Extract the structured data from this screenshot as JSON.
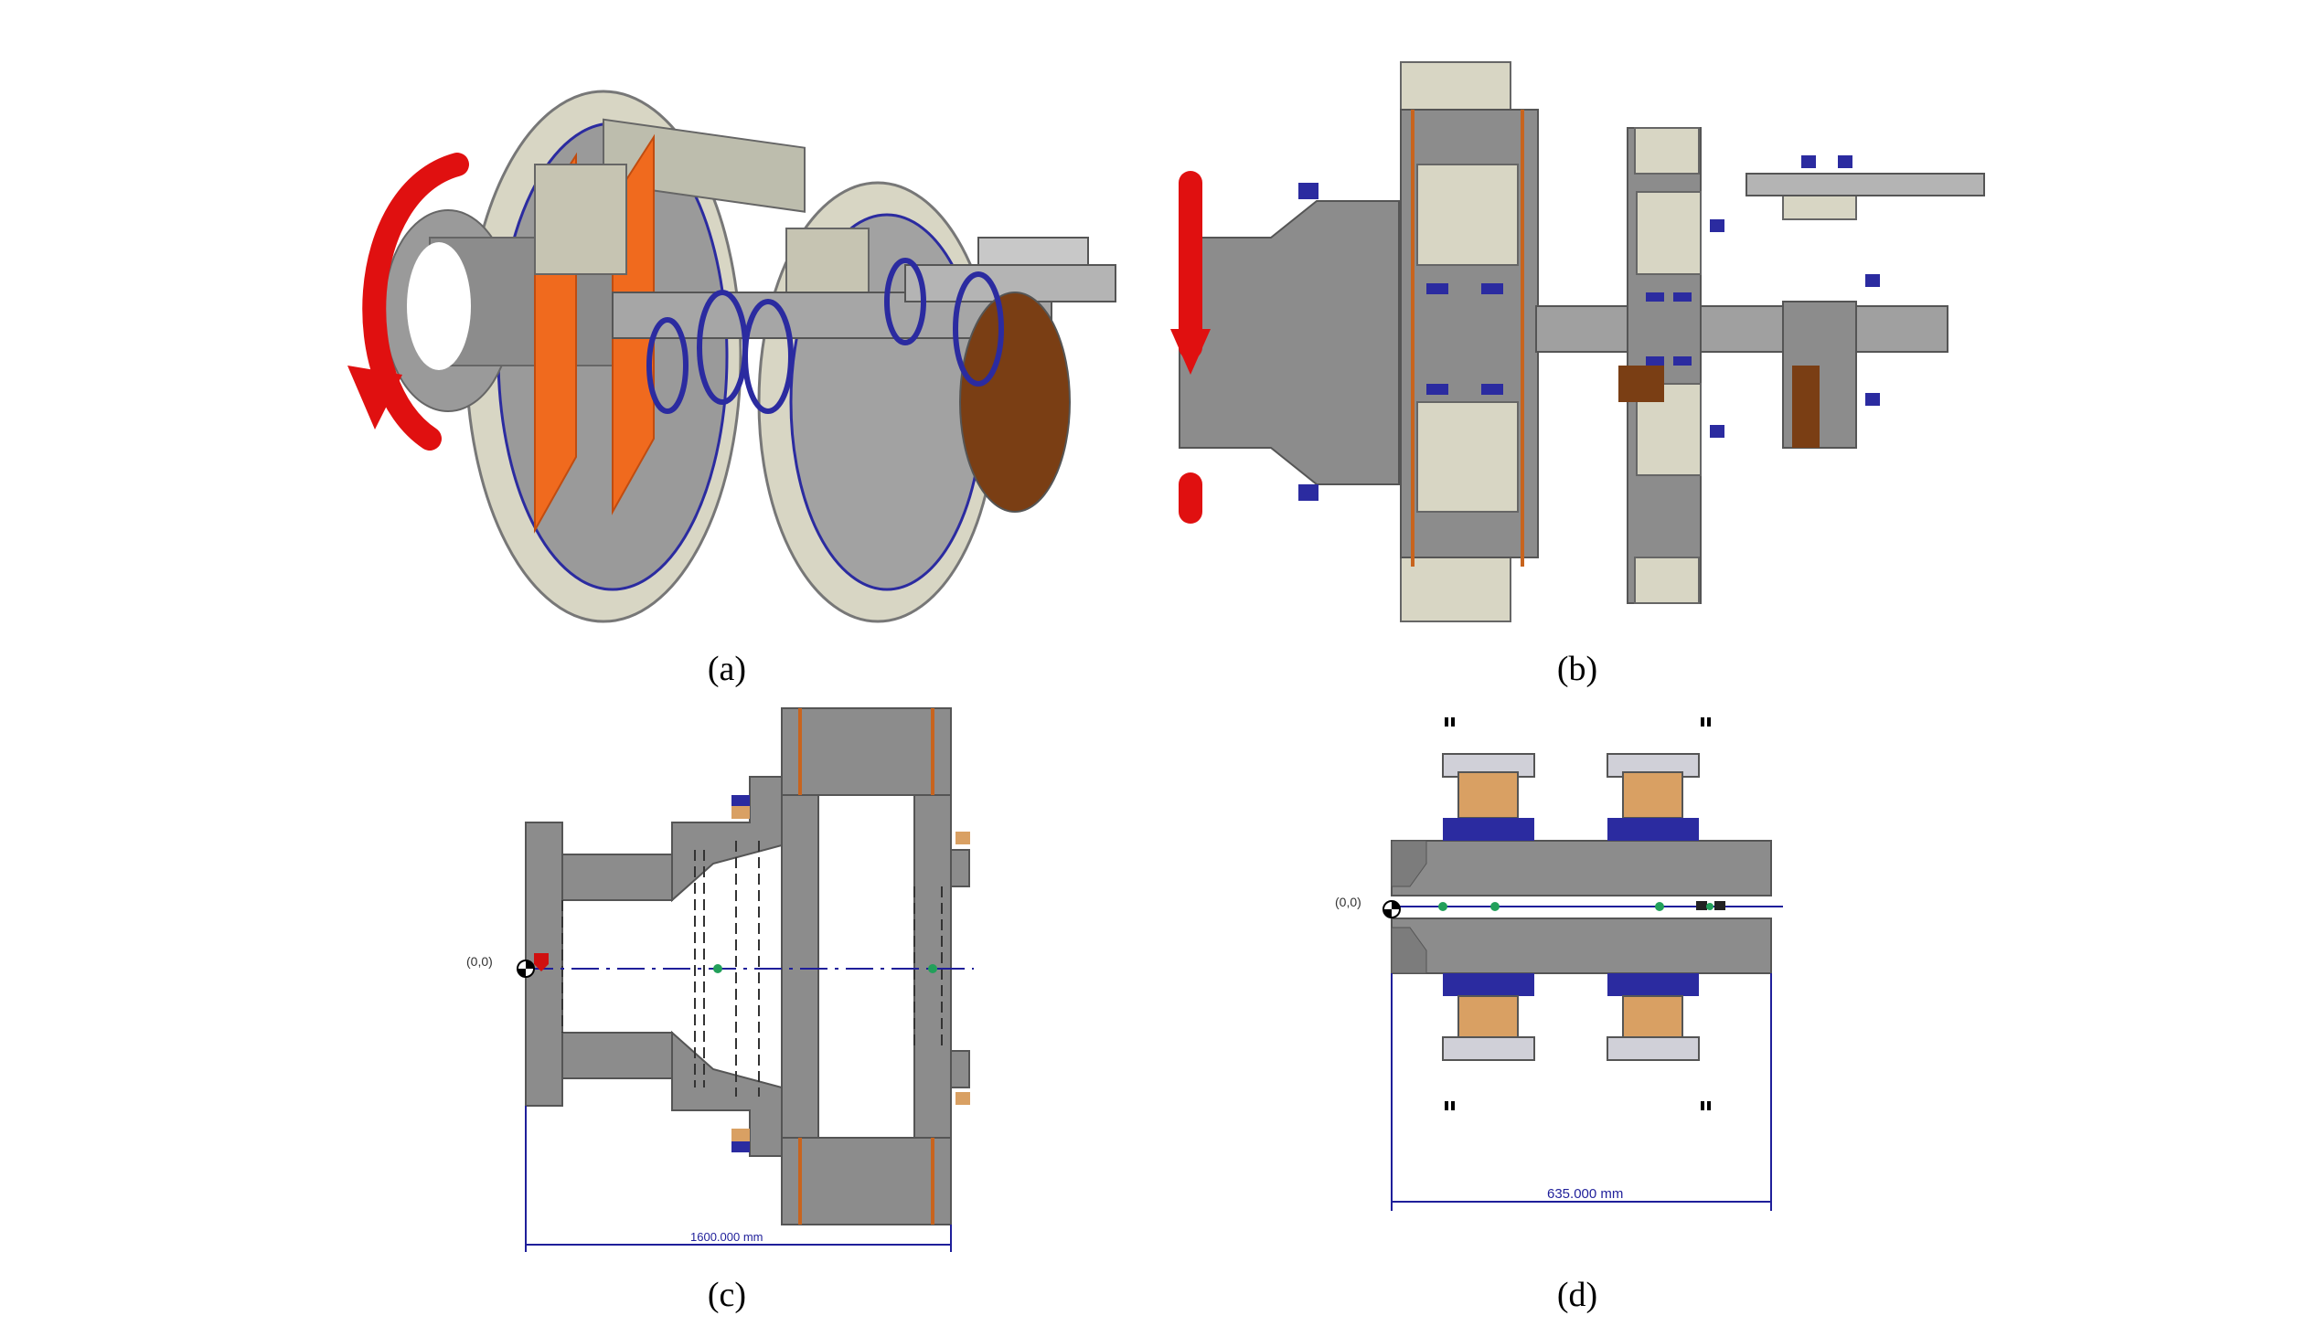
{
  "captions": {
    "a": "(a)",
    "b": "(b)",
    "c": "(c)",
    "d": "(d)"
  },
  "panel_c": {
    "origin_label": "(0,0)",
    "dimension_label": "1600.000 mm"
  },
  "panel_d": {
    "origin_label": "(0,0)",
    "dimension_label": "635.000 mm"
  },
  "colors": {
    "steel": "#8c8c8c",
    "steel_light": "#b4b4b4",
    "gear_tooth": "#d8d6c4",
    "bearing": "#2b2ba0",
    "copper": "#d9a063",
    "orange_carrier": "#f06a1e",
    "rotation_arrow": "#e01010",
    "dimension_line": "#1f1f9a",
    "node": "#22a05a",
    "brown": "#7a3e14"
  }
}
